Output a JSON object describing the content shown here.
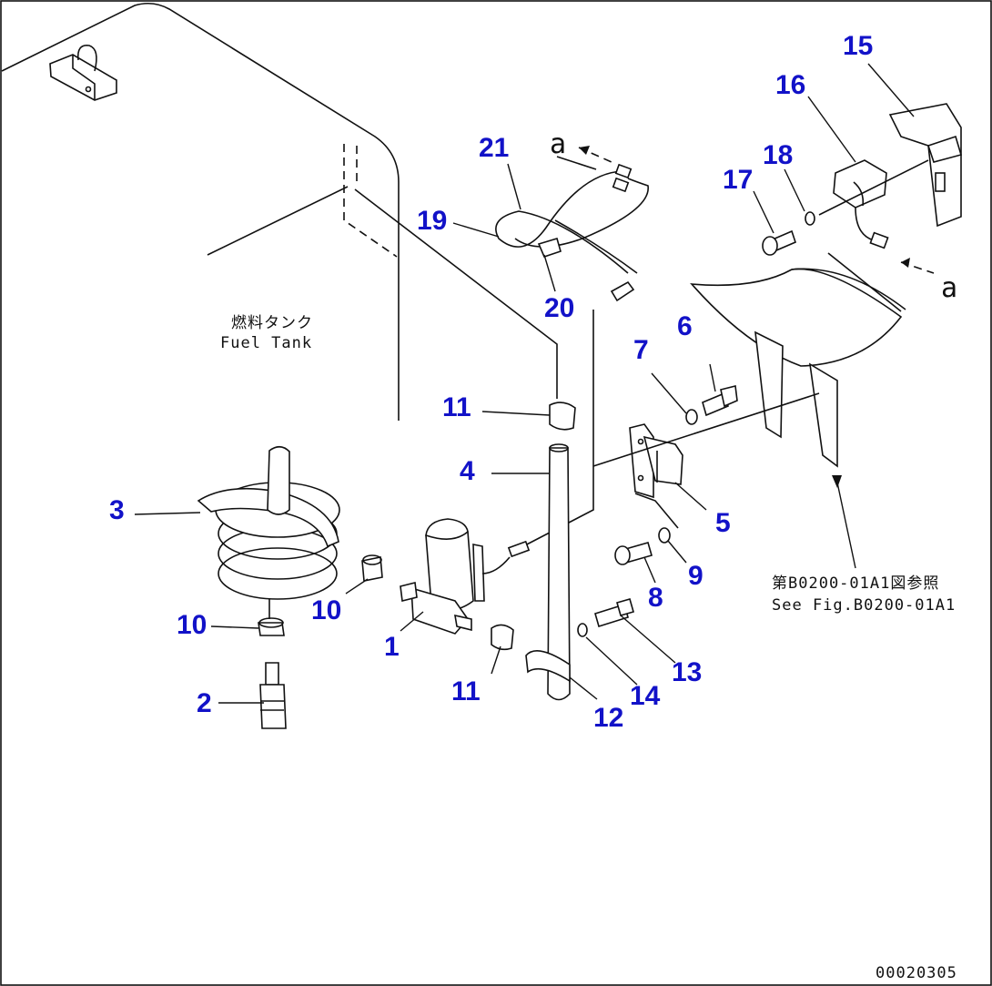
{
  "callouts": [
    {
      "label": "1"
    },
    {
      "label": "2"
    },
    {
      "label": "3"
    },
    {
      "label": "4"
    },
    {
      "label": "5"
    },
    {
      "label": "6"
    },
    {
      "label": "7"
    },
    {
      "label": "8"
    },
    {
      "label": "9"
    },
    {
      "label": "10"
    },
    {
      "label": "10"
    },
    {
      "label": "11"
    },
    {
      "label": "11"
    },
    {
      "label": "12"
    },
    {
      "label": "13"
    },
    {
      "label": "14"
    },
    {
      "label": "15"
    },
    {
      "label": "16"
    },
    {
      "label": "17"
    },
    {
      "label": "18"
    },
    {
      "label": "19"
    },
    {
      "label": "20"
    },
    {
      "label": "21"
    }
  ],
  "fuel_tank": {
    "label_jp": "燃料タンク",
    "label_en": "Fuel Tank"
  },
  "reference": {
    "label_jp": "第B0200-01A1図参照",
    "label_en": "See Fig.B0200-01A1"
  },
  "connection_mark": "a",
  "drawing_number": "00020305",
  "colors": {
    "callout": "#1212c8",
    "line": "#111111"
  }
}
